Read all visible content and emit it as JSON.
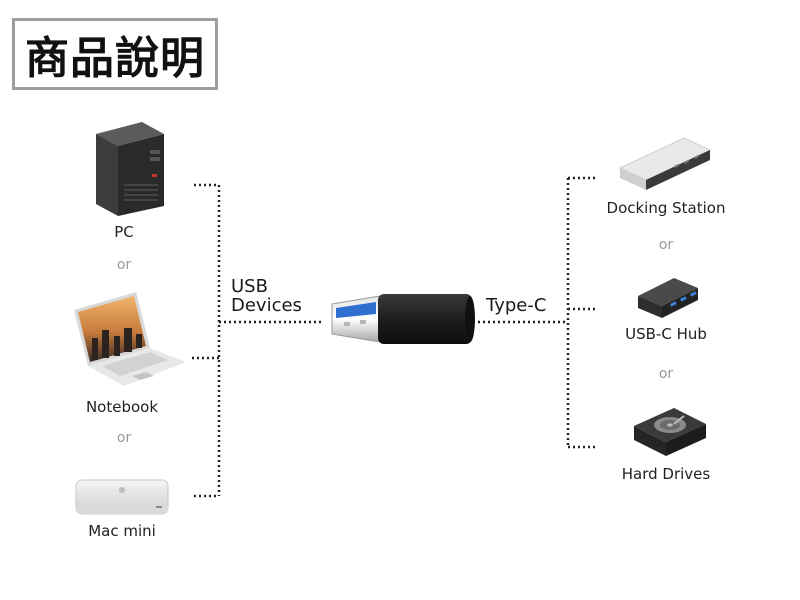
{
  "title": "商品說明",
  "left_devices": [
    {
      "label": "PC",
      "icon": "pc-tower-icon"
    },
    {
      "label": "Notebook",
      "icon": "laptop-icon"
    },
    {
      "label": "Mac mini",
      "icon": "mac-mini-icon"
    }
  ],
  "right_devices": [
    {
      "label": "Docking Station",
      "icon": "docking-station-icon"
    },
    {
      "label": "USB-C Hub",
      "icon": "usb-c-hub-icon"
    },
    {
      "label": "Hard Drives",
      "icon": "hard-drive-icon"
    }
  ],
  "or_text": "or",
  "usb_label_line1": "USB",
  "usb_label_line2": "Devices",
  "typec_label": "Type-C",
  "adapter_icon": "usb-a-to-usb-c-adapter-icon",
  "colors": {
    "title_border": "#9e9e9e",
    "or_text": "#9a9a9a",
    "usb_tongue": "#2f6fd0",
    "line": "#222222"
  }
}
